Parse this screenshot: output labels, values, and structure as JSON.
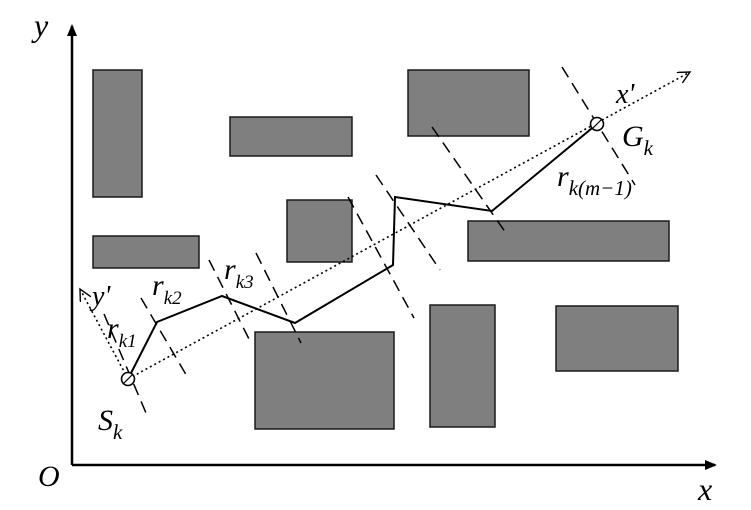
{
  "axes": {
    "x_label": "x",
    "y_label": "y",
    "origin_label": "O",
    "x_prime_label": "x'",
    "y_prime_label": "y'"
  },
  "points": {
    "start": {
      "label": "S",
      "subscript": "k"
    },
    "goal": {
      "label": "G",
      "subscript": "k"
    }
  },
  "segments": [
    {
      "label": "r",
      "subscript": "k1"
    },
    {
      "label": "r",
      "subscript": "k2"
    },
    {
      "label": "r",
      "subscript": "k3"
    },
    {
      "label": "r",
      "subscript": "k(m−1)"
    }
  ],
  "colors": {
    "obstacle_fill": "#7f7f7f",
    "line": "#000000"
  }
}
